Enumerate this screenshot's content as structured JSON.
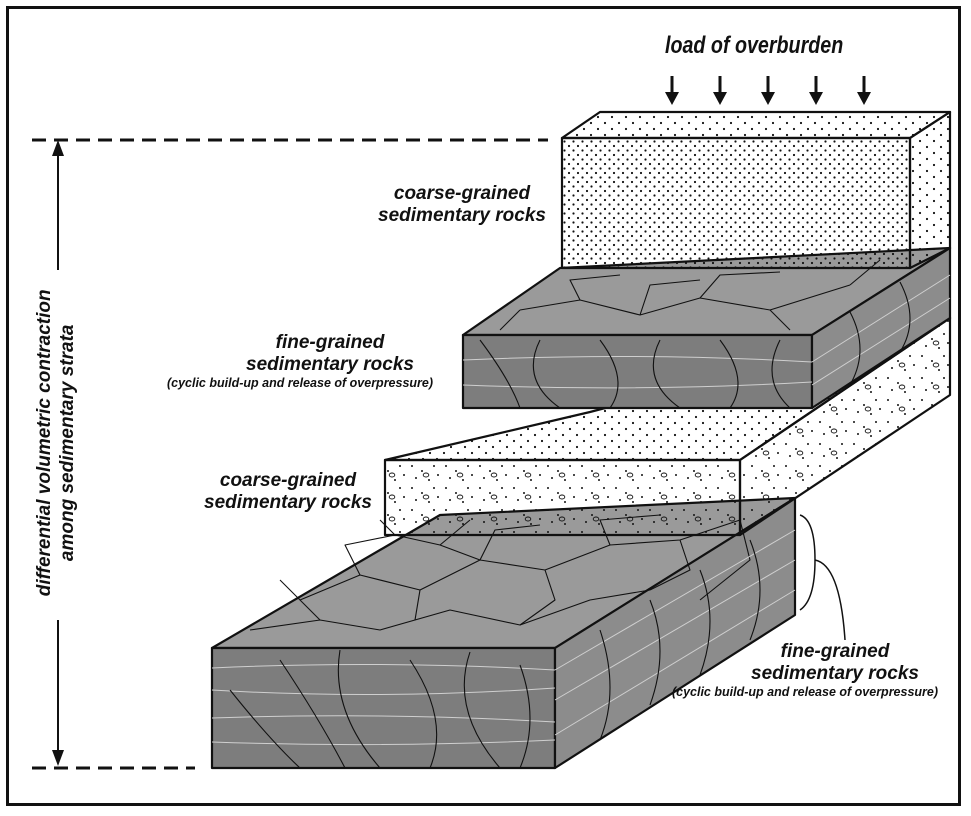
{
  "title": "load of overburden",
  "side_label": {
    "line1": "differential volumetric contraction",
    "line2": "among sedimentary strata"
  },
  "layers": {
    "coarse_top": {
      "line1": "coarse-grained",
      "line2": "sedimentary rocks"
    },
    "fine_upper": {
      "line1": "fine-grained",
      "line2": "sedimentary rocks",
      "note": "(cyclic build-up and release of overpressure)"
    },
    "coarse_middle": {
      "line1": "coarse-grained",
      "line2": "sedimentary rocks"
    },
    "fine_lower": {
      "line1": "fine-grained",
      "line2": "sedimentary rocks",
      "note": "(cyclic build-up and release of overpressure)"
    }
  },
  "colors": {
    "fine_top": "#9a9a9a",
    "fine_front": "#7d7d7d",
    "fine_side": "#8c8c8c",
    "coarse_fill": "#ffffff",
    "ink": "#111111"
  }
}
